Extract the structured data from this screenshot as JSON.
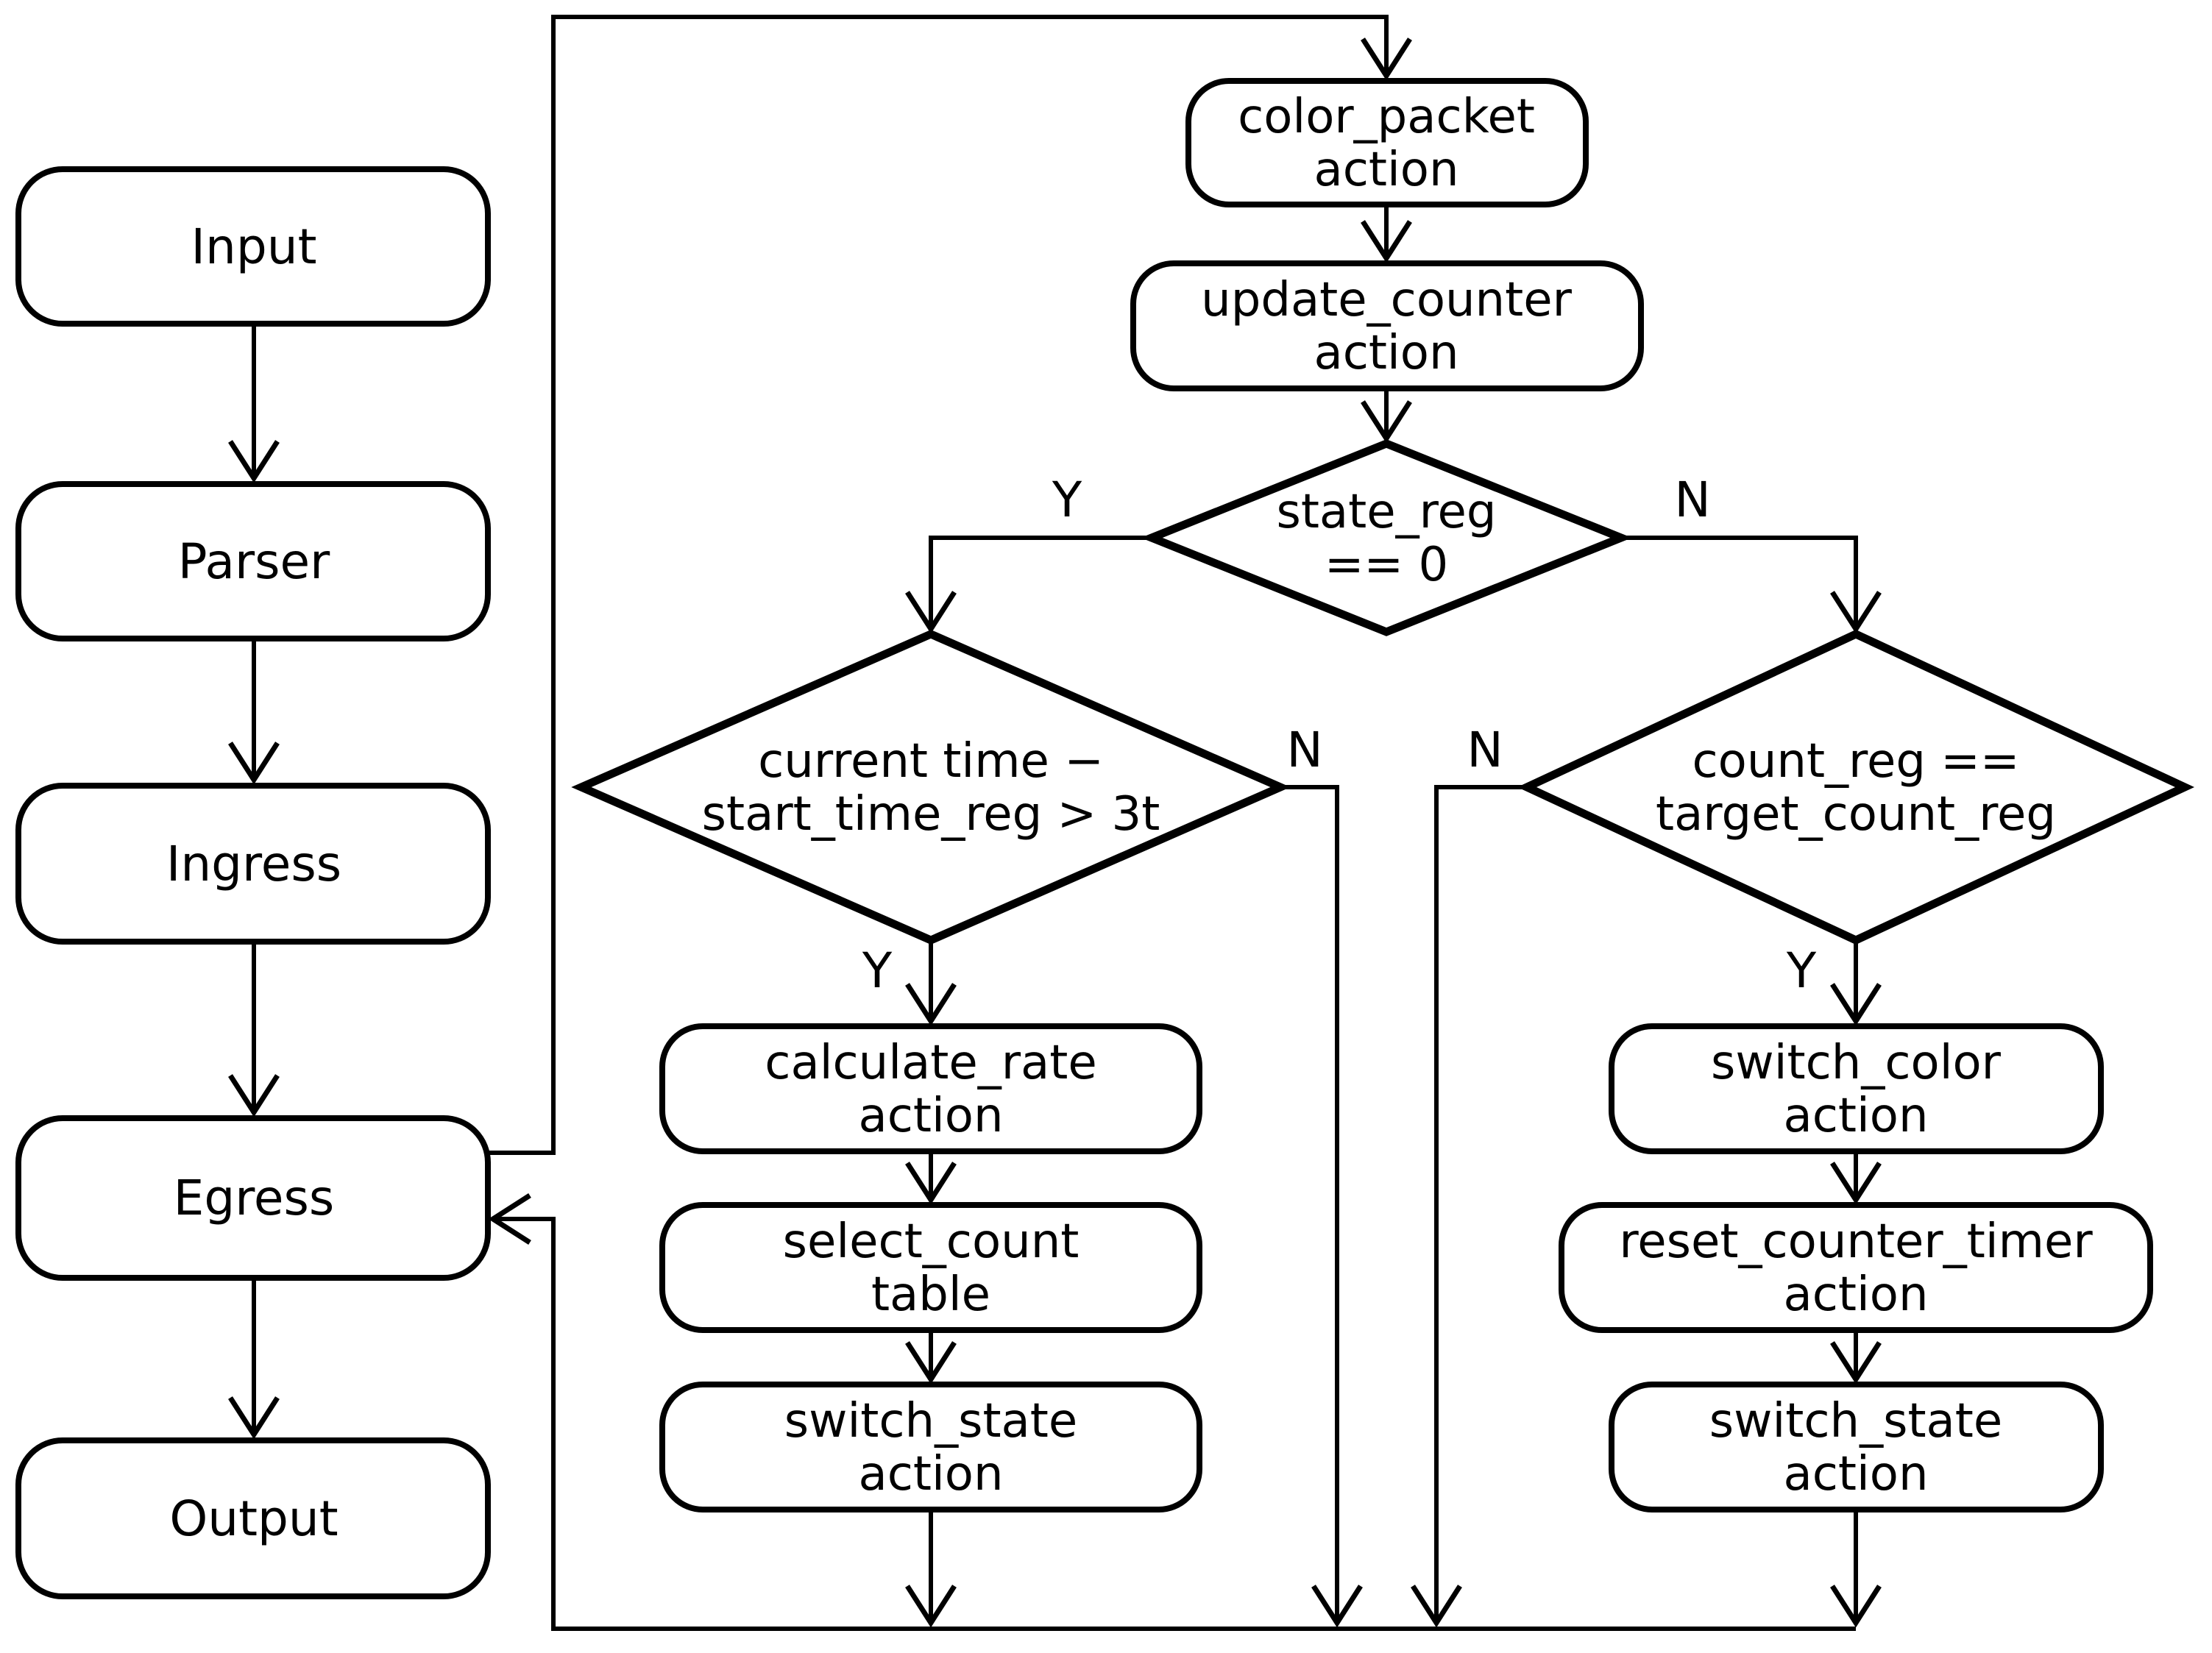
{
  "diagram": {
    "background": "#ffffff",
    "stroke_color": "#000000",
    "pipeline": [
      {
        "label": "Input"
      },
      {
        "label": "Parser"
      },
      {
        "label": "Ingress"
      },
      {
        "label": "Egress"
      },
      {
        "label": "Output"
      }
    ],
    "nodes": {
      "color_packet": {
        "line1": "color_packet",
        "line2": "action"
      },
      "update_counter": {
        "line1": "update_counter",
        "line2": "action"
      },
      "state_reg": {
        "line1": "state_reg",
        "line2": "== 0"
      },
      "timer_check": {
        "line1": "current time −",
        "line2": "start_time_reg > 3t"
      },
      "count_check": {
        "line1": "count_reg ==",
        "line2": "target_count_reg"
      },
      "calculate_rate": {
        "line1": "calculate_rate",
        "line2": "action"
      },
      "select_count": {
        "line1": "select_count",
        "line2": "table"
      },
      "switch_state_left": {
        "line1": "switch_state",
        "line2": "action"
      },
      "switch_color": {
        "line1": "switch_color",
        "line2": "action"
      },
      "reset_counter_timer": {
        "line1": "reset_counter_timer",
        "line2": "action"
      },
      "switch_state_right": {
        "line1": "switch_state",
        "line2": "action"
      }
    },
    "branch_labels": {
      "state_reg_yes": "Y",
      "state_reg_no": "N",
      "timer_yes": "Y",
      "timer_no": "N",
      "count_yes": "Y",
      "count_no": "N"
    }
  }
}
